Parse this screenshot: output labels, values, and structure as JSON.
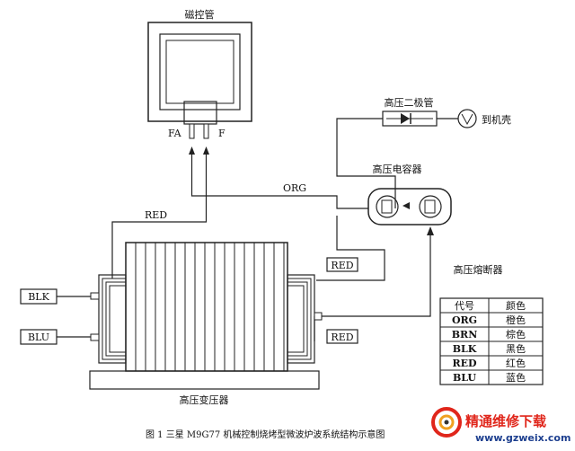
{
  "labels": {
    "magnetron": "磁控管",
    "pin_fa": "FA",
    "pin_f": "F",
    "diode": "高压二极管",
    "chassis": "到机壳",
    "capacitor": "高压电容器",
    "fuse": "高压熔断器",
    "transformer": "高压变压器",
    "wire_org": "ORG",
    "wire_red_top": "RED",
    "wire_red_box1": "RED",
    "wire_red_box2": "RED",
    "wire_blk": "BLK",
    "wire_blu": "BLU",
    "caption": "图 1 三星 M9G77 机械控制烧烤型微波炉波系统结构示意图"
  },
  "legend": {
    "header": [
      "代号",
      "颜色"
    ],
    "rows": [
      [
        "ORG",
        "橙色"
      ],
      [
        "BRN",
        "棕色"
      ],
      [
        "BLK",
        "黑色"
      ],
      [
        "RED",
        "红色"
      ],
      [
        "BLU",
        "蓝色"
      ]
    ]
  },
  "watermark": {
    "name": "精通维修下载",
    "url": "www.gzweix.com"
  },
  "colors": {
    "line": "#222222",
    "watermark_red": "#e0261b",
    "watermark_url": "#1d3f8f"
  }
}
